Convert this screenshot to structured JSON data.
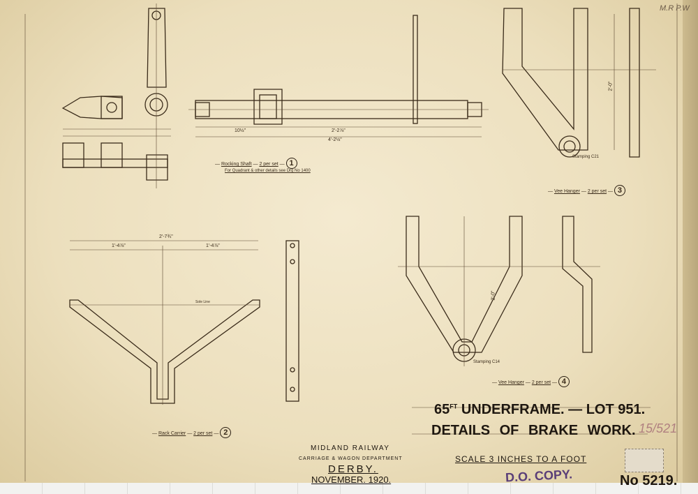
{
  "sheet": {
    "corner_mark": "M.R P.W",
    "handwritten_ref": "15/521"
  },
  "views": [
    {
      "name": "Rocking Shaft",
      "quantity": "2 per set",
      "number": "1",
      "note": "For Quadrant & other details see Drg No 1400"
    },
    {
      "name": "Rack Carrier",
      "quantity": "2 per set",
      "number": "2"
    },
    {
      "name": "Vee Hanger",
      "quantity": "2 per set",
      "number": "3",
      "stamping": "Stamping C21"
    },
    {
      "name": "Vee Hanger",
      "quantity": "2 per set",
      "number": "4",
      "stamping": "Stamping C14"
    }
  ],
  "dimensions": {
    "shaft_total": "4'-2½\"",
    "shaft_mid": "2'-2⅞\"",
    "shaft_left": "10½\"",
    "rack_width": "2'-7¾\"",
    "rack_left": "1'-4⅞\"",
    "rack_right": "1'-4⅞\"",
    "vee3_height": "2'-0\"",
    "vee4_height": "2'-0\"",
    "sole_line": "Sole Line"
  },
  "title_block": {
    "line1_prefix": "65",
    "line1_sup": "FT",
    "line1_main": "UNDERFRAME.",
    "line1_lot": "LOT 951.",
    "line2": "DETAILS OF BRAKE WORK.",
    "scale": "SCALE 3 INCHES TO A FOOT",
    "stamp": "D.O. COPY.",
    "drawing_no": "No 5219.",
    "company": "MIDLAND RAILWAY",
    "department": "CARRIAGE & WAGON DEPARTMENT",
    "place": "DERBY.",
    "date": "NOVEMBER. 1920."
  }
}
